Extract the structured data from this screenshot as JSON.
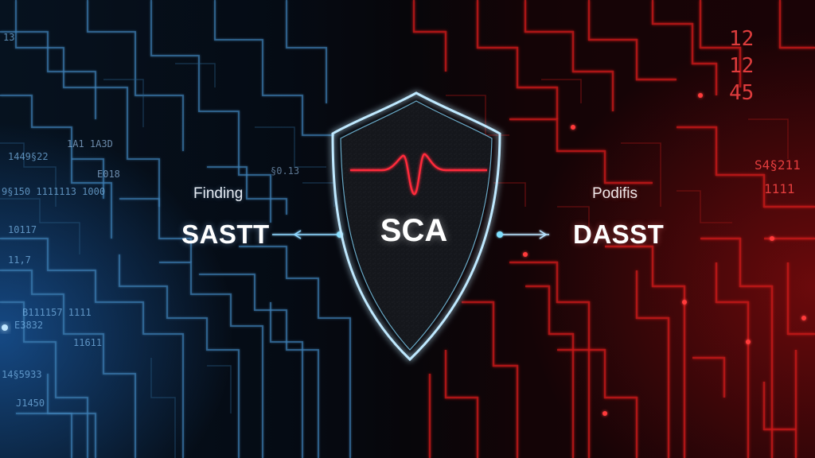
{
  "scene": {
    "center_label": "SCA",
    "left": {
      "caption": "Finding",
      "label": "SASTT"
    },
    "right": {
      "caption": "Podifis",
      "label": "DASST"
    },
    "left_digits": [
      "13",
      "1449§22",
      "9§150 1111113 1000",
      "10117",
      "11,7",
      "B111157 1111",
      "E3832",
      "11611",
      "14§5933",
      "J1450"
    ],
    "right_digits": [
      "12",
      "12",
      "45",
      "S4§211",
      "1111"
    ],
    "mid_digits": [
      "1A1 1A3D",
      "E018",
      "§0.13"
    ]
  },
  "colors": {
    "blue_accent": "#6fd0ff",
    "red_accent": "#ff2a2a",
    "shield_edge": "#bfe9ff",
    "shield_fill": "#15171c"
  },
  "icons": {
    "shield": "shield-icon",
    "heartbeat": "heartbeat-line-icon"
  }
}
